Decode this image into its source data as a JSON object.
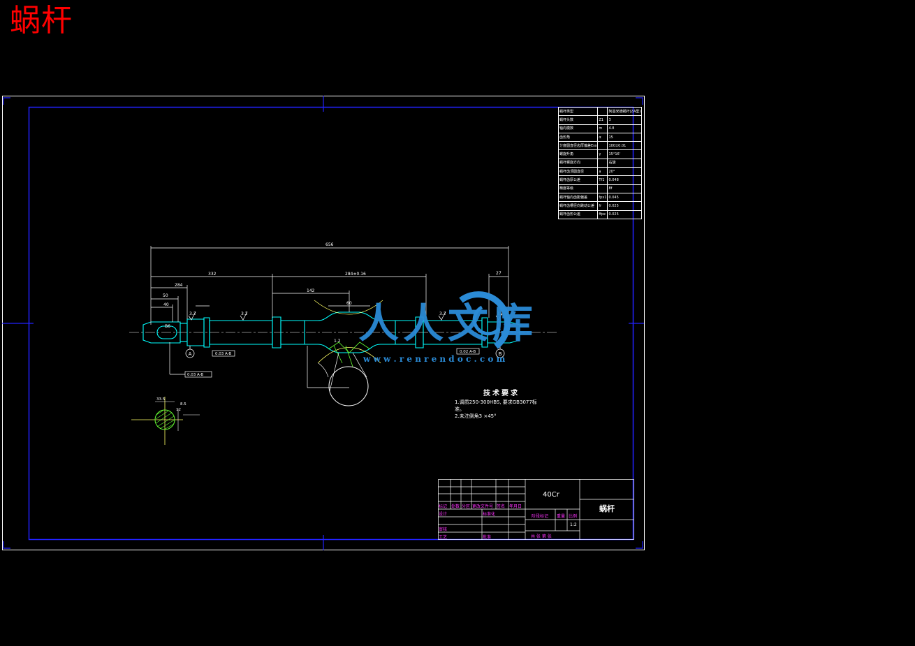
{
  "page_title": "蜗杆",
  "watermark": {
    "text": "人人文库",
    "url": "w w w . r e n r e n d o c . c o m",
    "color": "#2b8bd6"
  },
  "colors": {
    "frame": "#2222ff",
    "line": "#ffffff",
    "part": "#00ffff",
    "label": "#ff33ff",
    "title": "#ff0000",
    "hatch": "#66ff33",
    "arc": "#ffff66"
  },
  "param_table": [
    [
      "蜗杆类型",
      "",
      "阿基米德蜗杆(ZA型)"
    ],
    [
      "蜗杆头数",
      "Z1",
      "3"
    ],
    [
      "轴向模数",
      "m",
      "4.8"
    ],
    [
      "齿形角",
      "α",
      "15"
    ],
    [
      "分度圆直径齿厚偏差Ess",
      "",
      "100±0.01"
    ],
    [
      "螺旋升角",
      "γ",
      "15°16'"
    ],
    [
      "蜗杆螺旋方向",
      "",
      "右旋"
    ],
    [
      "蜗杆齿顶圆直径",
      "a",
      "20°"
    ],
    [
      "蜗杆齿厚公差",
      "Tf1",
      "0.048"
    ],
    [
      "精度等级",
      "",
      "8f"
    ],
    [
      "蜗杆轴向齿距偏差",
      "fpx1",
      "0.045"
    ],
    [
      "蜗杆齿槽径向跳动公差",
      "fr",
      "0.025"
    ],
    [
      "蜗杆齿形公差",
      "ffpx",
      "0.025"
    ]
  ],
  "dims": {
    "d1": "656",
    "d2": "332",
    "d3": "284",
    "d4": "50",
    "d5": "40",
    "d6": "284±0.16",
    "d7": "142",
    "d8": "27",
    "d9": "60",
    "d10": "3.2",
    "d11": "1.2",
    "d12": "B6"
  },
  "datum_labels": {
    "a": "A",
    "b": "B"
  },
  "tolerances": {
    "t1": "0.03 A-B",
    "t2": "0.02 A-B",
    "t3": "0.03 A-B"
  },
  "section": {
    "w": "33.5",
    "h": "8.5",
    "t": "12"
  },
  "tech_req": {
    "title": "技术要求",
    "line1": "1.调质250-300HBS, 要求GB3077标",
    "line2": "准。",
    "line3": "2.未注倒角3 ×45°"
  },
  "title_block": {
    "material": "40Cr",
    "part_name": "蜗杆",
    "col_labels": [
      "标记",
      "处数",
      "分区",
      "更改文件号",
      "签名",
      "年月日"
    ],
    "designer": "设计",
    "standardize": "标准化",
    "reviewer": "审核",
    "process": "工艺",
    "approve": "批准",
    "stage_mark": "阶段标记",
    "weight": "重量",
    "scale": "比例",
    "scale_value": "1:2",
    "sheets": "共  张  第  张"
  }
}
